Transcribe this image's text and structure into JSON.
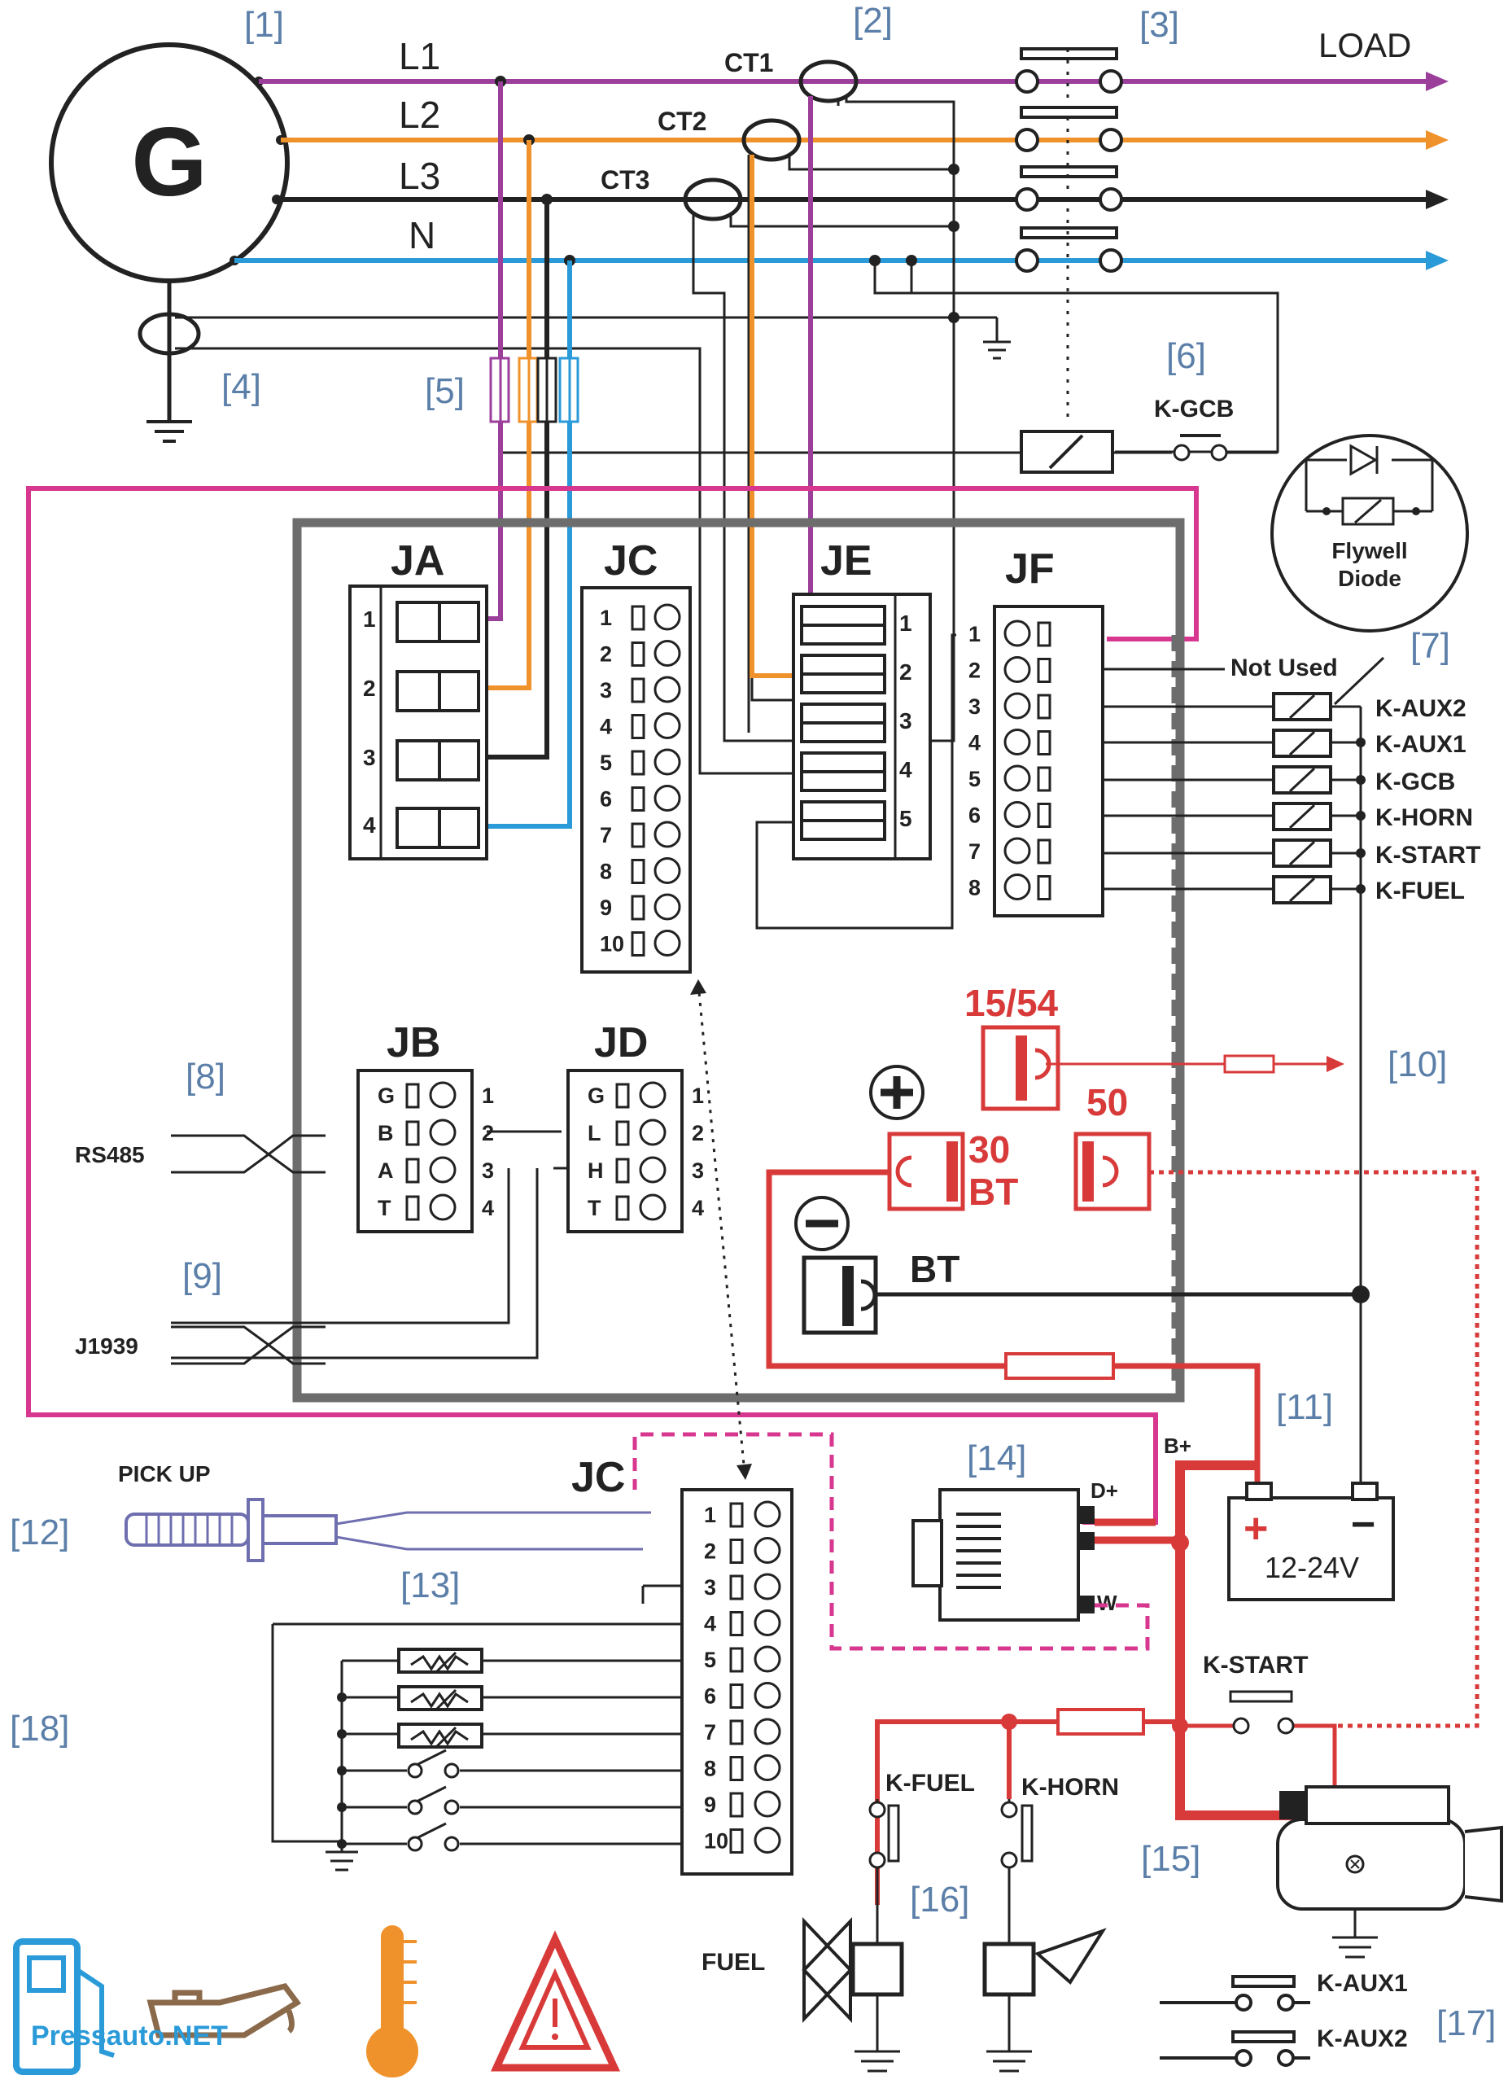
{
  "refs": [
    "[1]",
    "[2]",
    "[3]",
    "[4]",
    "[5]",
    "[6]",
    "[7]",
    "[8]",
    "[9]",
    "[10]",
    "[11]",
    "[12]",
    "[13]",
    "[14]",
    "[15]",
    "[16]",
    "[17]",
    "[18]"
  ],
  "generator": {
    "label": "G"
  },
  "lines": {
    "l1": "L1",
    "l2": "L2",
    "l3": "L3",
    "n": "N",
    "load": "LOAD"
  },
  "ct": {
    "ct1": "CT1",
    "ct2": "CT2",
    "ct3": "CT3"
  },
  "connectors": {
    "ja": "JA",
    "jc": "JC",
    "je": "JE",
    "jf": "JF",
    "jb": "JB",
    "jd": "JD",
    "jc2": "JC",
    "ja_pins": [
      "1",
      "2",
      "3",
      "4"
    ],
    "jc_pins": [
      "1",
      "2",
      "3",
      "4",
      "5",
      "6",
      "7",
      "8",
      "9",
      "10"
    ],
    "je_pins": [
      "1",
      "2",
      "3",
      "4",
      "5"
    ],
    "jf_pins": [
      "1",
      "2",
      "3",
      "4",
      "5",
      "6",
      "7",
      "8"
    ],
    "jb_pins": [
      "G",
      "B",
      "A",
      "T"
    ],
    "jb_nums": [
      "1",
      "2",
      "3",
      "4"
    ],
    "jd_pins": [
      "G",
      "L",
      "H",
      "T"
    ],
    "jd_nums": [
      "1",
      "2",
      "3",
      "4"
    ]
  },
  "relays": {
    "k_gcb_top": "K-GCB",
    "not_used": "Not Used",
    "aux2": "K-AUX2",
    "aux1": "K-AUX1",
    "gcb": "K-GCB",
    "horn": "K-HORN",
    "start": "K-START",
    "fuel": "K-FUEL"
  },
  "flywheel": {
    "line1": "Flywell",
    "line2": "Diode"
  },
  "power": {
    "t1554": "15/54",
    "t50": "50",
    "t30": "30",
    "bt": "BT",
    "bt2": "BT",
    "plus": "+",
    "minus": "−"
  },
  "comms": {
    "rs485": "RS485",
    "j1939": "J1939"
  },
  "battery": {
    "bplus": "B+",
    "dplus": "D+",
    "w": "W",
    "voltage": "12-24V",
    "pos": "+",
    "neg": "−"
  },
  "bottom": {
    "pickup": "PICK UP",
    "kstart": "K-START",
    "kfuel": "K-FUEL",
    "khorn": "K-HORN",
    "fuel": "FUEL",
    "aux1": "K-AUX1",
    "aux2": "K-AUX2"
  },
  "watermark": "Pressauto.NET",
  "colors": {
    "l1": "#9b3f9b",
    "l2": "#f0922b",
    "l3": "#222222",
    "n": "#2a9ad8",
    "magenta": "#d8378f",
    "red": "#d83a3a",
    "gray": "#6d6d6d",
    "ref": "#5b7fa8"
  }
}
